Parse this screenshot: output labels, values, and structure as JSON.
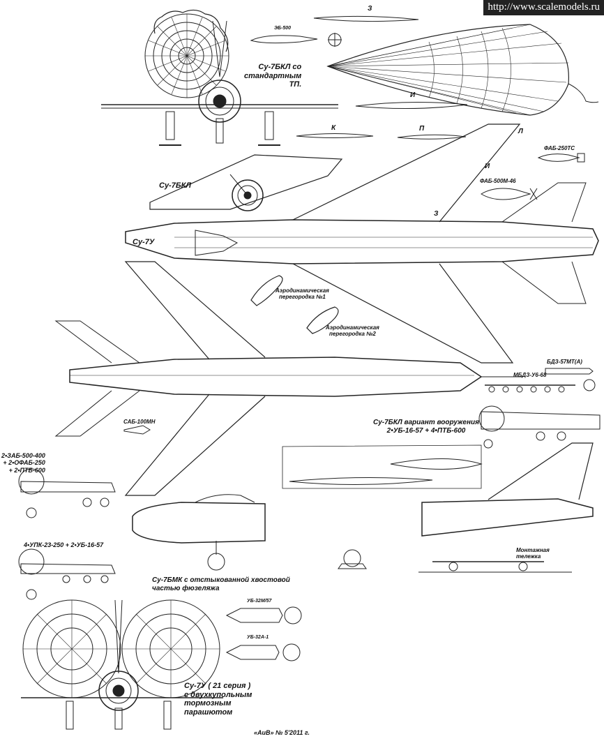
{
  "watermark": "http://www.scalemodels.ru",
  "title_top": "Су-7БКЛ со\nстандартным\nТП.",
  "section_letters": {
    "z1": "З",
    "i1": "И",
    "k": "К",
    "p1": "П",
    "l": "Л",
    "i2": "И",
    "z2": "З"
  },
  "labels": {
    "eb500": "ЭБ-500",
    "su7bkl": "Су-7БКЛ",
    "su7u": "Су-7У",
    "fab250ts": "ФАБ-250ТС",
    "fab500m46": "ФАБ-500М-46",
    "aero1": "Аэродинамическая\nперегородка №1",
    "aero2": "Аэродинамическая\nперегородка №2",
    "bdz": "БДЗ-57МТ(А)",
    "mbdz": "МБДЗ-У6-68",
    "sab100": "САБ-100МН",
    "variant": "Су-7БКЛ вариант вооружения\n2•УБ-16-57 + 4•ПТБ-600",
    "load1": "2•ЗАБ-500-400\n+ 2•ОФАБ-250\n+ 2•ПТБ-600",
    "load2": "4•УПК-23-250 + 2•УБ-16-57",
    "trolley": "Монтажная\nтележка",
    "undocked": "Су-7БМК с отстыкованной хвостовой\nчастью фюзеляжа",
    "ub32m": "УБ-32М/57",
    "ub32a": "УБ-32А-1",
    "su7u_bottom": "Су-7У ( 21 серия )\nс двухкупольным\nтормозным\nпарашютом",
    "credit": "«АиВ» № 5'2011 г."
  }
}
